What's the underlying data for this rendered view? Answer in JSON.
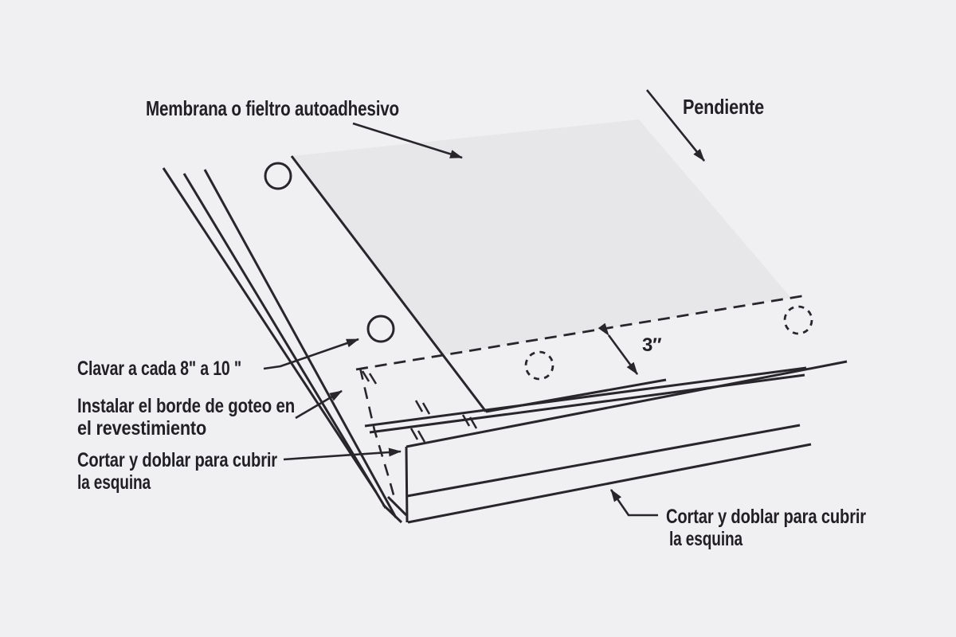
{
  "diagram": {
    "type": "roofing-drip-edge-installation-instruction",
    "language": "es",
    "labels": {
      "membrane": "Membrana o fieltro autoadhesivo",
      "slope": "Pendiente",
      "nail_spacing": "Clavar a cada 8\" a 10 \"",
      "install_line1": "Instalar el borde de goteo en",
      "install_line2": "el revestimiento",
      "cut_left_line1": "Cortar y doblar para cubrir",
      "cut_left_line2": "la esquina",
      "cut_right_line1": "Cortar y doblar para cubrir",
      "cut_right_line2": "la esquina",
      "dimension": "3″"
    },
    "colors": {
      "background": "#f0eff1",
      "line": "#29262b",
      "membrane_fill": "#e7e7e9",
      "text": "#232025"
    }
  }
}
